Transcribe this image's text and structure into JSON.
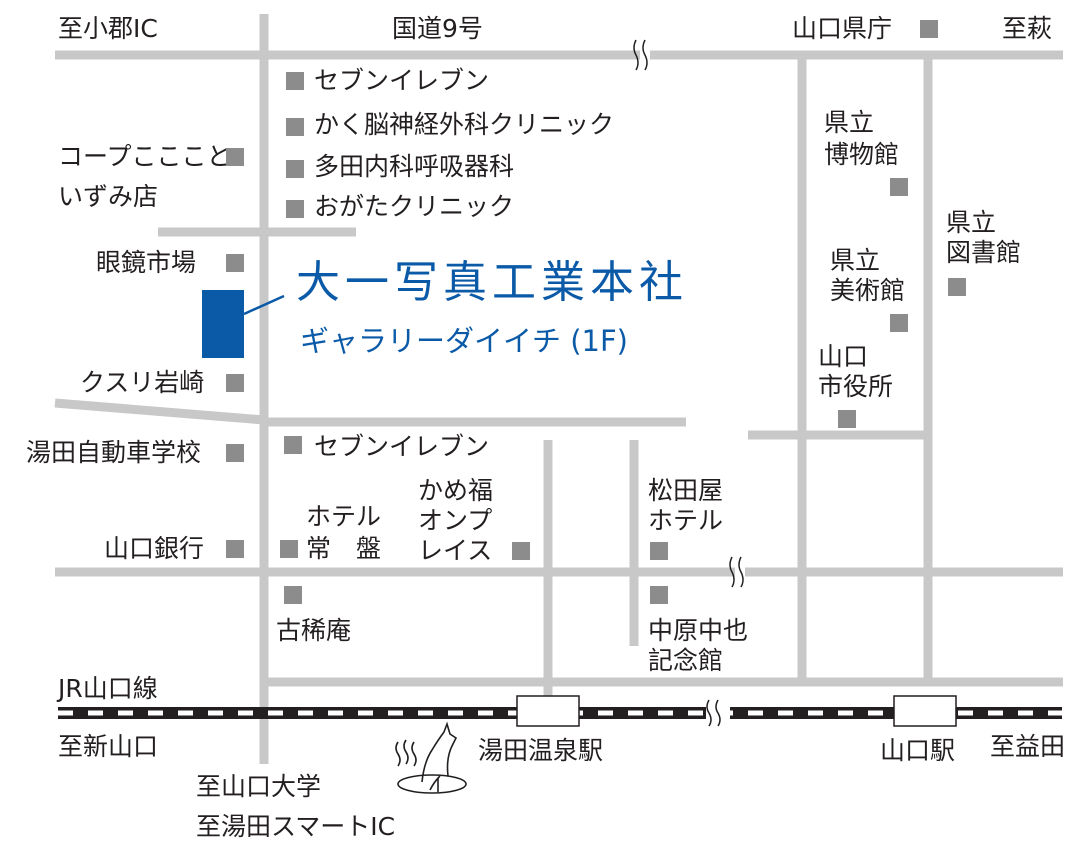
{
  "colors": {
    "road": "#c8c8c8",
    "landmark_marker": "#8c8c8c",
    "highlight": "#0b5aa8",
    "text": "#231f20",
    "rail_dark": "#231f20"
  },
  "headquarters": {
    "title": "大一写真工業本社",
    "subtitle": "ギャラリーダイイチ (1F)"
  },
  "directions": {
    "to_ogori_ic": "至小郡IC",
    "national_route": "国道9号",
    "to_hagi": "至萩",
    "to_shin_yamaguchi": "至新山口",
    "to_masuda": "至益田",
    "to_yamaguchi_univ_line1": "至山口大学",
    "to_yamaguchi_univ_line2": "至湯田スマートIC"
  },
  "railway": {
    "line_name": "JR山口線",
    "stations": [
      "湯田温泉駅",
      "山口駅"
    ]
  },
  "landmarks": {
    "yamaguchi_prefectural_office": "山口県庁",
    "seven_eleven_north": "セブンイレブン",
    "kaku_clinic": "かく脳神経外科クリニック",
    "tada_clinic": "多田内科呼吸器科",
    "ogata_clinic": "おがたクリニック",
    "coop_line1": "コープこここと",
    "coop_line2": "いずみ店",
    "megane_ichiba": "眼鏡市場",
    "kusuri_iwasaki": "クスリ岩崎",
    "yuda_driving_school": "湯田自動車学校",
    "yamaguchi_bank": "山口銀行",
    "seven_eleven_south": "セブンイレブン",
    "hotel_tokiwa_line1": "ホテル",
    "hotel_tokiwa_line2": "常　盤",
    "kamefuku_line1": "かめ福",
    "kamefuku_line2": "オンプ",
    "kamefuku_line3": "レイス",
    "matsudaya_line1": "松田屋",
    "matsudaya_line2": "ホテル",
    "kokian": "古稀庵",
    "nakahara_line1": "中原中也",
    "nakahara_line2": "記念館",
    "museum_line1": "県立",
    "museum_line2": "博物館",
    "art_museum_line1": "県立",
    "art_museum_line2": "美術館",
    "library_line1": "県立",
    "library_line2": "図書館",
    "city_hall_line1": "山口",
    "city_hall_line2": "市役所"
  }
}
